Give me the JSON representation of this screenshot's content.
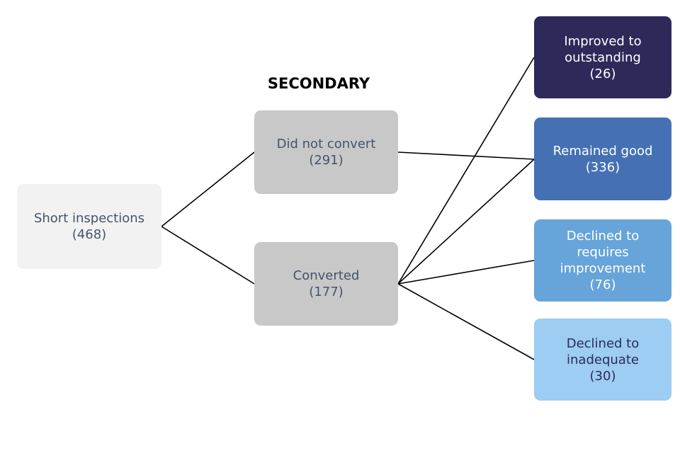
{
  "title": "SECONDARY",
  "colors": {
    "root": "#f2f2f2",
    "middle": "#c8c8c8",
    "dark_text": "#44546a",
    "outstanding": "#2d2a5a",
    "good": "#4571b4",
    "requires_improvement": "#66a4d9",
    "inadequate": "#9dcdf2",
    "line": "#000000"
  },
  "nodes": {
    "root": {
      "label": "Short inspections",
      "count": "(468)"
    },
    "did_not_convert": {
      "label": "Did not convert",
      "count": "(291)"
    },
    "converted": {
      "label": "Converted",
      "count": "(177)"
    },
    "outstanding": {
      "label1": "Improved to",
      "label2": "outstanding",
      "count": "(26)"
    },
    "good": {
      "label": "Remained good",
      "count": "(336)"
    },
    "requires_improvement": {
      "label1": "Declined to",
      "label2": "requires",
      "label3": "improvement",
      "count": "(76)"
    },
    "inadequate": {
      "label1": "Declined to",
      "label2": "inadequate",
      "count": "(30)"
    }
  },
  "edges": [
    [
      "root",
      "did_not_convert"
    ],
    [
      "root",
      "converted"
    ],
    [
      "did_not_convert",
      "good"
    ],
    [
      "converted",
      "outstanding"
    ],
    [
      "converted",
      "good"
    ],
    [
      "converted",
      "requires_improvement"
    ],
    [
      "converted",
      "inadequate"
    ]
  ]
}
